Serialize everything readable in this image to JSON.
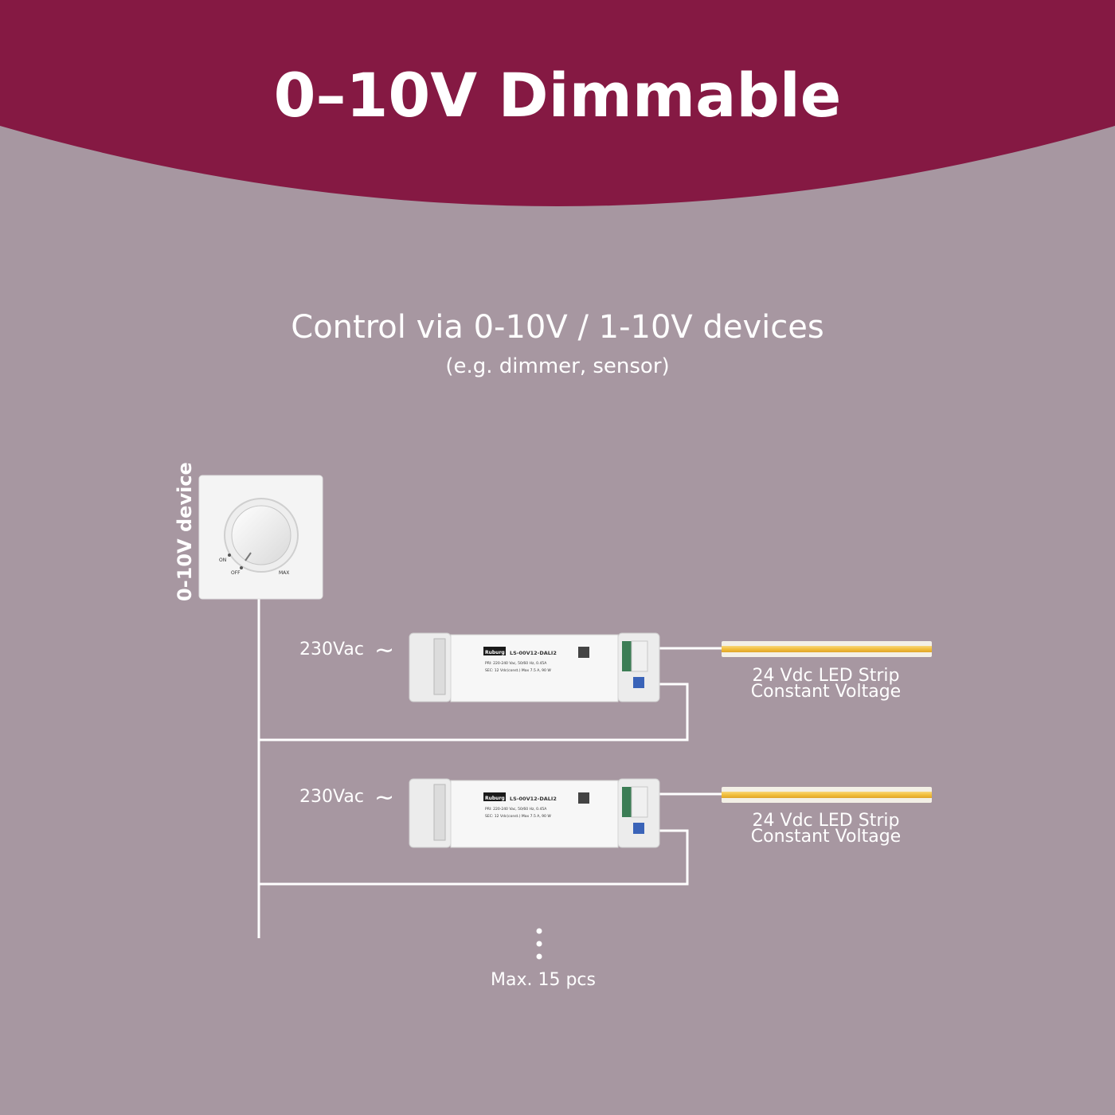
{
  "header": {
    "title": "0–10V Dimmable",
    "color": "#851943"
  },
  "intro": {
    "headline": "Control via 0-10V / 1-10V devices",
    "example": "(e.g. dimmer, sensor)"
  },
  "device": {
    "label": "0-10V device",
    "knob_labels": {
      "on": "ON",
      "off": "OFF",
      "max": "MAX"
    }
  },
  "drivers": [
    {
      "input_label": "230Vac",
      "ac_symbol": "∼",
      "brand": "Ruburg",
      "model": "LS-00V12-DALI2",
      "spec_lines": [
        "PRI: 220-240 Vac, 50/60 Hz, 0.45A",
        "SEC: 12 Vdc(const.)   Max 7.5 A, 90 W"
      ],
      "strip_label_line1": "24 Vdc LED Strip",
      "strip_label_line2": "Constant Voltage"
    },
    {
      "input_label": "230Vac",
      "ac_symbol": "∼",
      "brand": "Ruburg",
      "model": "LS-00V12-DALI2",
      "spec_lines": [
        "PRI: 220-240 Vac, 50/60 Hz, 0.45A",
        "SEC: 12 Vdc(const.)   Max 7.5 A, 90 W"
      ],
      "strip_label_line1": "24 Vdc LED Strip",
      "strip_label_line2": "Constant Voltage"
    }
  ],
  "footer": {
    "max_label": "Max. 15 pcs"
  },
  "colors": {
    "background": "#a797a1",
    "strip": "#f2c14a",
    "wire": "#ffffff"
  }
}
